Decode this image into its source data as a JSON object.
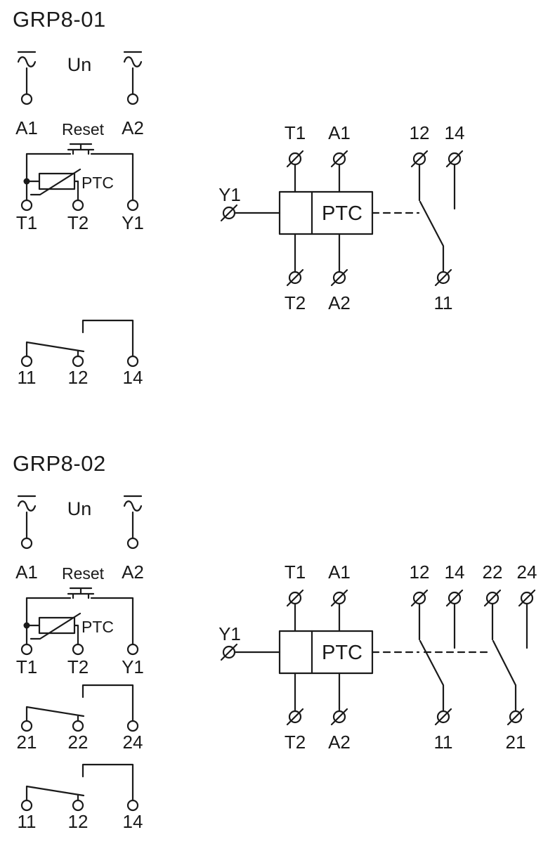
{
  "page": {
    "background": "#ffffff",
    "ink": "#1a1a1a"
  },
  "sections": [
    {
      "title": "GRP8-01",
      "supply": {
        "un": "Un",
        "a1": "A1",
        "a2": "A2",
        "reset": "Reset",
        "ptc": "PTC",
        "t1": "T1",
        "t2": "T2",
        "y1": "Y1"
      },
      "contact_rows": [
        {
          "common": "11",
          "nc": "12",
          "no": "14"
        }
      ],
      "block": {
        "y1": "Y1",
        "ptc": "PTC",
        "t1": "T1",
        "a1": "A1",
        "t2": "T2",
        "a2": "A2",
        "contacts": [
          {
            "nc": "12",
            "no": "14",
            "common": "11"
          }
        ]
      }
    },
    {
      "title": "GRP8-02",
      "supply": {
        "un": "Un",
        "a1": "A1",
        "a2": "A2",
        "reset": "Reset",
        "ptc": "PTC",
        "t1": "T1",
        "t2": "T2",
        "y1": "Y1"
      },
      "contact_rows": [
        {
          "common": "21",
          "nc": "22",
          "no": "24"
        },
        {
          "common": "11",
          "nc": "12",
          "no": "14"
        }
      ],
      "block": {
        "y1": "Y1",
        "ptc": "PTC",
        "t1": "T1",
        "a1": "A1",
        "t2": "T2",
        "a2": "A2",
        "contacts": [
          {
            "nc": "12",
            "no": "14",
            "common": "11"
          },
          {
            "nc": "22",
            "no": "24",
            "common": "21"
          }
        ]
      }
    }
  ]
}
